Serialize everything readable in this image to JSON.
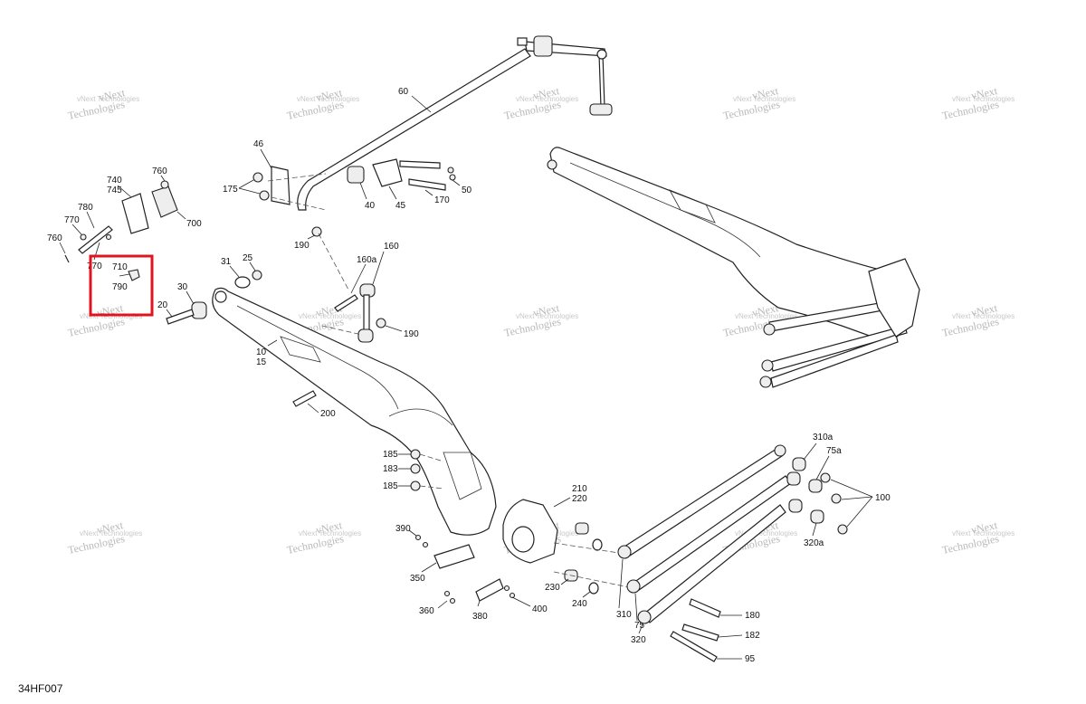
{
  "diagram_code": "34HF007",
  "watermark": {
    "line1": "vNext",
    "line2": "Technologies",
    "small": "vNext Technologies"
  },
  "highlight_color": "#e0141e",
  "callouts": {
    "c60": "60",
    "c46": "46",
    "c175": "175",
    "c40": "40",
    "c45": "45",
    "c170": "170",
    "c50": "50",
    "c190a": "190",
    "c740": "740",
    "c745": "745",
    "c760a": "760",
    "c700": "700",
    "c780": "780",
    "c770a": "770",
    "c760b": "760",
    "c770b": "770",
    "c710": "710",
    "c790": "790",
    "c31": "31",
    "c25": "25",
    "c30": "30",
    "c20": "20",
    "c10": "10",
    "c15": "15",
    "c160a": "160a",
    "c160": "160",
    "c190b": "190",
    "c200": "200",
    "c185a": "185",
    "c183": "183",
    "c185b": "185",
    "c210": "210",
    "c220": "220",
    "c390": "390",
    "c350": "350",
    "c360": "360",
    "c380": "380",
    "c400": "400",
    "c230": "230",
    "c240": "240",
    "c310a": "310a",
    "c75a": "75a",
    "c100": "100",
    "c320a": "320a",
    "c310": "310",
    "c75": "75",
    "c320": "320",
    "c180": "180",
    "c182": "182",
    "c95": "95"
  }
}
